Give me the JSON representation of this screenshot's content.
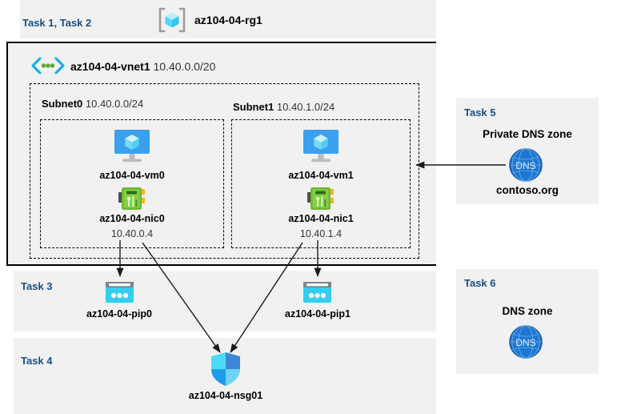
{
  "diagram": {
    "resource_group": {
      "task_label": "Task 1, Task 2",
      "name": "az104-04-rg1",
      "icon": "resource-group-icon"
    },
    "vnet": {
      "name": "az104-04-vnet1",
      "cidr": "10.40.0.0/20",
      "icon": "virtual-network-icon"
    },
    "subnets": [
      {
        "name": "Subnet0",
        "cidr": "10.40.0.0/24",
        "vm": {
          "name": "az104-04-vm0",
          "icon": "virtual-machine-icon"
        },
        "nic": {
          "name": "az104-04-nic0",
          "ip": "10.40.0.4",
          "icon": "network-interface-icon"
        }
      },
      {
        "name": "Subnet1",
        "cidr": "10.40.1.0/24",
        "vm": {
          "name": "az104-04-vm1",
          "icon": "virtual-machine-icon"
        },
        "nic": {
          "name": "az104-04-nic1",
          "ip": "10.40.1.4",
          "icon": "network-interface-icon"
        }
      }
    ],
    "task3": {
      "task_label": "Task 3",
      "public_ips": [
        {
          "name": "az104-04-pip0",
          "icon": "public-ip-address-icon"
        },
        {
          "name": "az104-04-pip1",
          "icon": "public-ip-address-icon"
        }
      ]
    },
    "task4": {
      "task_label": "Task 4",
      "nsg": {
        "name": "az104-04-nsg01",
        "icon": "network-security-group-icon"
      }
    },
    "task5": {
      "task_label": "Task 5",
      "heading": "Private DNS zone",
      "zone_name": "contoso.org",
      "icon": "dns-zone-icon",
      "icon_text": "DNS"
    },
    "task6": {
      "task_label": "Task 6",
      "heading": "DNS zone",
      "icon": "dns-zone-icon",
      "icon_text": "DNS"
    },
    "colors": {
      "task_label": "#1b4f82",
      "panel_background": "#f1f1f1",
      "page_background": "#ffffff",
      "azure_blue": "#3aa0ef",
      "cyan": "#3fcbf0",
      "nic_green": "#74bb3a",
      "dns_blue": "#1f76d2",
      "arrow": "#1a1a1a"
    }
  }
}
